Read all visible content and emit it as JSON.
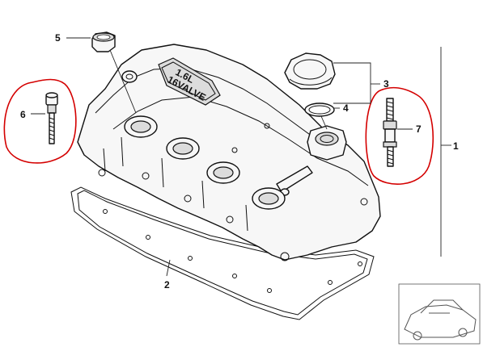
{
  "diagram": {
    "callouts": {
      "c1": "1",
      "c2": "2",
      "c3": "3",
      "c4": "4",
      "c5": "5",
      "c6": "6",
      "c7": "7"
    },
    "cover_badge": {
      "line1": "1.6L",
      "line2": "16VALVE"
    },
    "highlight_color": "#d40000"
  }
}
